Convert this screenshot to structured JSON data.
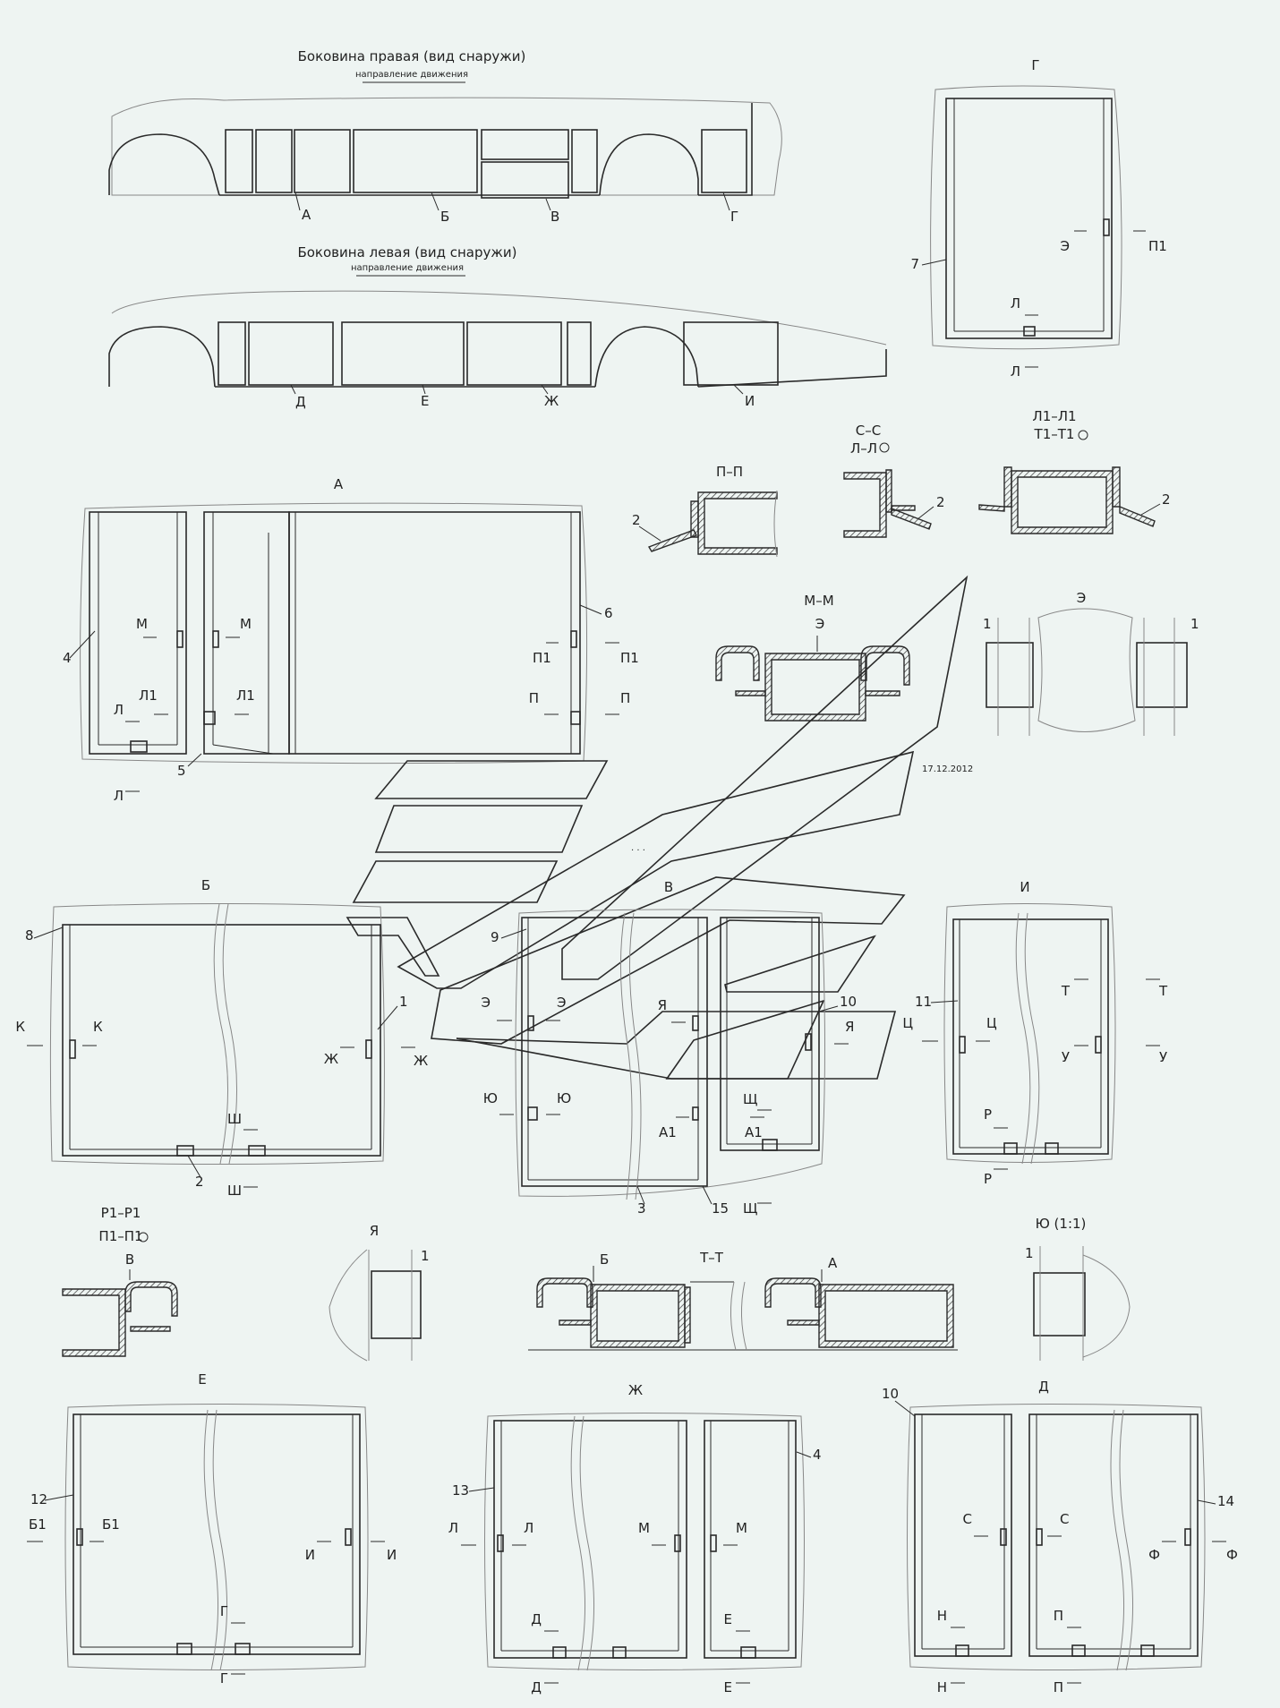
{
  "header": {
    "right_side_title": "Боковина правая (вид снаружи)",
    "right_side_direction": "направление движения",
    "left_side_title": "Боковина левая (вид снаружи)",
    "left_side_direction": "направление движения"
  },
  "side_right_callouts": [
    "А",
    "Б",
    "В",
    "Г"
  ],
  "side_left_callouts": [
    "Д",
    "Е",
    "Ж",
    "И"
  ],
  "views": {
    "A": "А",
    "B": "Б",
    "V": "В",
    "G": "Г",
    "I": "И",
    "E": "Е",
    "ZH": "Ж",
    "D": "Д",
    "YA": "Я",
    "YU": "Ю (1:1)",
    "EE": "Э"
  },
  "sections": {
    "pp": "П–П",
    "ss_line1": "С–С",
    "ss_line2": "Л–Л",
    "l1_line1": "Л1–Л1",
    "l1_line2": "Т1–Т1",
    "mm": "М–М",
    "r1_line1": "Р1–Р1",
    "r1_line2": "П1–П1",
    "tt": "Т–Т"
  },
  "section_marks": [
    "А",
    "Б",
    "В",
    "Г",
    "Д",
    "Е",
    "Ж",
    "И",
    "К",
    "Л",
    "М",
    "Н",
    "П",
    "Р",
    "С",
    "Т",
    "У",
    "Ф",
    "Ц",
    "Щ",
    "Ш",
    "Э",
    "Ю",
    "Я",
    "Л1",
    "П1",
    "А1",
    "Б1"
  ],
  "parts": [
    "1",
    "2",
    "3",
    "4",
    "5",
    "6",
    "7",
    "8",
    "9",
    "10",
    "11",
    "12",
    "13",
    "14",
    "15"
  ],
  "date_stamp": "17.12.2012",
  "dots": "· · ·"
}
